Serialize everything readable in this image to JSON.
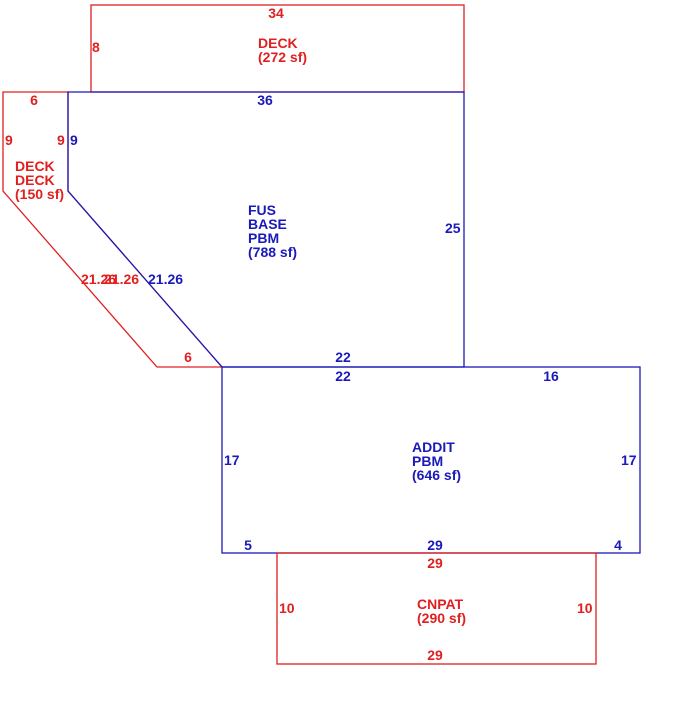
{
  "colors": {
    "red": "#e02020",
    "blue": "#1a1ab8"
  },
  "top_deck": {
    "dim_top": "34",
    "dim_left": "8",
    "label_line1": "DECK",
    "label_line2": "(272 sf)"
  },
  "side_deck": {
    "dim_top": "6",
    "dim_left": "9",
    "dim_right": "9",
    "label_line1": "DECK",
    "label_line2": "DECK",
    "label_line3": "(150 sf)",
    "dim_diag_outer": "21.26",
    "dim_diag_inner": "21.26",
    "dim_bottom": "6"
  },
  "base": {
    "dim_top": "36",
    "dim_left": "9",
    "dim_right": "25",
    "dim_diag": "21.26",
    "dim_bottom": "22",
    "label_line1": "FUS",
    "label_line2": "BASE",
    "label_line3": "PBM",
    "label_line4": "(788 sf)"
  },
  "addit": {
    "dim_top_left": "22",
    "dim_top_right": "16",
    "dim_left": "17",
    "dim_right": "17",
    "dim_bottom_left": "5",
    "dim_bottom_mid": "29",
    "dim_bottom_right": "4",
    "label_line1": "ADDIT",
    "label_line2": "PBM",
    "label_line3": "(646 sf)"
  },
  "cnpat": {
    "dim_top": "29",
    "dim_left": "10",
    "dim_right": "10",
    "dim_bottom": "29",
    "label_line1": "CNPAT",
    "label_line2": "(290 sf)"
  }
}
